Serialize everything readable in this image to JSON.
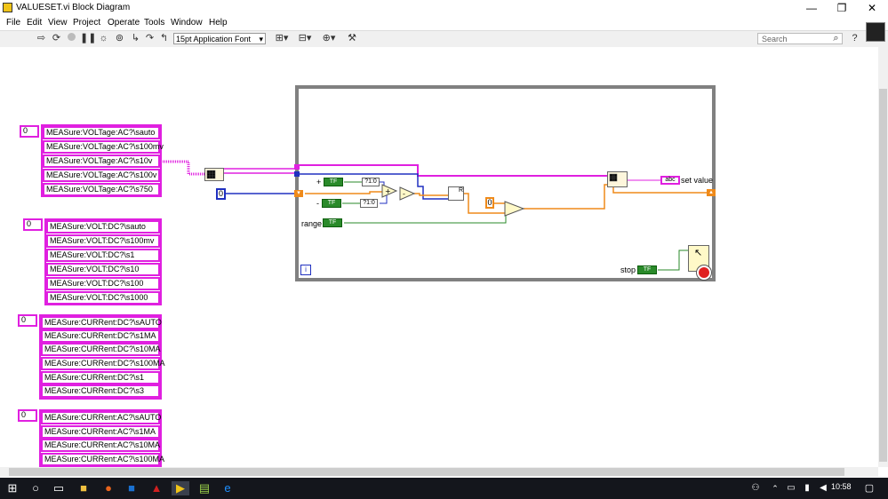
{
  "window": {
    "title": "VALUESET.vi Block Diagram",
    "controls": [
      "—",
      "❐",
      "✕"
    ]
  },
  "menu": [
    "File",
    "Edit",
    "View",
    "Project",
    "Operate",
    "Tools",
    "Window",
    "Help"
  ],
  "toolbar": {
    "font": "15pt Application Font",
    "search_placeholder": "Search",
    "icons": [
      "run-arrow-icon",
      "run-continuous-icon",
      "abort-icon",
      "pause-icon",
      "highlight-bulb-icon",
      "retain-wire-icon",
      "step-into-icon",
      "step-over-icon",
      "step-out-icon",
      "align-icon",
      "distribute-icon",
      "reorder-icon",
      "cleanup-icon"
    ]
  },
  "arrays": [
    {
      "index": "0",
      "items": [
        "MEASure:VOLTage:AC?\\sauto",
        "MEASure:VOLTage:AC?\\s100mv",
        "MEASure:VOLTage:AC?\\s10v",
        "MEASure:VOLTage:AC?\\s100v",
        "MEASure:VOLTage:AC?\\s750"
      ]
    },
    {
      "index": "0",
      "items": [
        "MEASure:VOLT:DC?\\sauto",
        "MEASure:VOLT:DC?\\s100mv",
        "MEASure:VOLT:DC?\\s1",
        "MEASure:VOLT:DC?\\s10",
        "MEASure:VOLT:DC?\\s100",
        "MEASure:VOLT:DC?\\s1000"
      ]
    },
    {
      "index": "0",
      "items": [
        "MEASure:CURRent:DC?\\sAUTO",
        "MEASure:CURRent:DC?\\s1MA",
        "MEASure:CURRent:DC?\\s10MA",
        "MEASure:CURRent:DC?\\s100MA",
        "MEASure:CURRent:DC?\\s1",
        "MEASure:CURRent:DC?\\s3"
      ]
    },
    {
      "index": "0",
      "items": [
        "MEASure:CURRent:AC?\\sAUTO",
        "MEASure:CURRent:AC?\\s1MA",
        "MEASure:CURRent:AC?\\s10MA",
        "MEASure:CURRent:AC?\\s100MA"
      ]
    }
  ],
  "diagram": {
    "init_constant": "0",
    "plus_label": "+",
    "minus_label": "-",
    "bool_text": "TF",
    "i32_text": "?1:0",
    "compare_constant": "0",
    "range_label": "range",
    "set_value_label": "set value",
    "abc_text": "abc",
    "stop_label": "stop",
    "loop_iter": "i",
    "record_label": "R"
  },
  "colors": {
    "string_wire": "#e020e0",
    "numeric_wire": "#2030c0",
    "orange_wire": "#ef8a1a",
    "bool_wire": "#2a8a2a",
    "loop_border": "#808080"
  },
  "taskbar": {
    "icons": [
      "windows-start-icon",
      "search-icon",
      "task-view-icon",
      "file-explorer-icon",
      "firefox-icon",
      "outlook-icon",
      "acrobat-icon",
      "labview-icon",
      "notepad-icon",
      "edge-icon"
    ],
    "time": "10:58"
  }
}
